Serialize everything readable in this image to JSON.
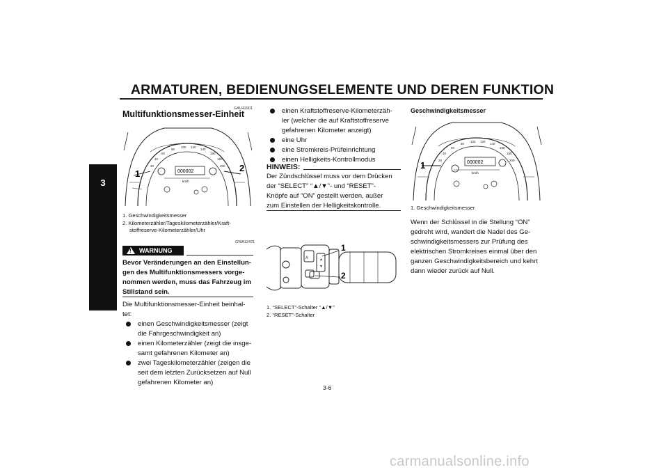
{
  "header": {
    "title": "ARMATUREN, BEDIENUNGSELEMENTE UND DEREN FUNKTION"
  },
  "chapter_tab": "3",
  "col1": {
    "code": "GAU42901",
    "heading": "Multifunktionsmesser-Einheit",
    "figure_labels": [
      "1",
      "2"
    ],
    "figure_captions": [
      "1. Geschwindigkeitsmesser",
      "2. Kilometerzähler/Tageskilometerzähler/Kraft-",
      "stoffreserve-Kilometerzähler/Uhr"
    ],
    "warning_code": "GWA12421",
    "warning_label": "WARNUNG",
    "warning_lines": [
      "Bevor Veränderungen an den Einstellun-",
      "gen des Multifunktionsmessers vorge-",
      "nommen werden, muss das Fahrzeug im",
      "Stillstand sein."
    ],
    "intro_lines": [
      "Die Multifunktionsmesser-Einheit beinhal-",
      "tet:"
    ],
    "bullets": [
      [
        "einen Geschwindigkeitsmesser (zeigt",
        "die Fahrgeschwindigkeit an)"
      ],
      [
        "einen Kilometerzähler (zeigt die insge-",
        "samt gefahrenen Kilometer an)"
      ],
      [
        "zwei Tageskilometerzähler (zeigen die",
        "seit dem letzten Zurücksetzen auf Null",
        "gefahrenen Kilometer an)"
      ]
    ]
  },
  "col2": {
    "bullets": [
      [
        "einen Kraftstoffreserve-Kilometerzäh-",
        "ler (welcher die auf Kraftstoffreserve",
        "gefahrenen Kilometer anzeigt)"
      ],
      [
        "eine Uhr"
      ],
      [
        "eine Stromkreis-Prüfeinrichtung"
      ],
      [
        "einen Helligkeits-Kontrollmodus"
      ]
    ],
    "hinweis_title": "HINWEIS:",
    "hinweis_lines": [
      "Der Zündschlüssel muss vor dem Drücken",
      "der “SELECT” “▲/▼”- und “RESET”-",
      "Knöpfe auf “ON” gestellt werden, außer",
      "zum Einstellen der Helligkeitskontrolle."
    ],
    "figure_labels": [
      "1",
      "2"
    ],
    "figure_captions": [
      "1. “SELECT”-Schalter “▲/▼”",
      "2. “RESET”-Schalter"
    ]
  },
  "col3": {
    "heading": "Geschwindigkeitsmesser",
    "figure_labels": [
      "1"
    ],
    "figure_caption": "1. Geschwindigkeitsmesser",
    "body_lines": [
      "Wenn der Schlüssel in die Stellung “ON”",
      "gedreht wird, wandert die Nadel des Ge-",
      "schwindigkeitsmessers zur Prüfung des",
      "elektrischen Stromkreises einmal über den",
      "ganzen Geschwindigkeitsbereich und kehrt",
      "dann wieder zurück auf Null."
    ]
  },
  "gauge": {
    "odometer": "000002",
    "unit": "km/h",
    "scale": [
      "20",
      "40",
      "60",
      "80",
      "100",
      "120",
      "140",
      "160",
      "180",
      "200"
    ]
  },
  "footer": {
    "page_number": "3-6",
    "watermark": "carmanualsonline.info"
  }
}
